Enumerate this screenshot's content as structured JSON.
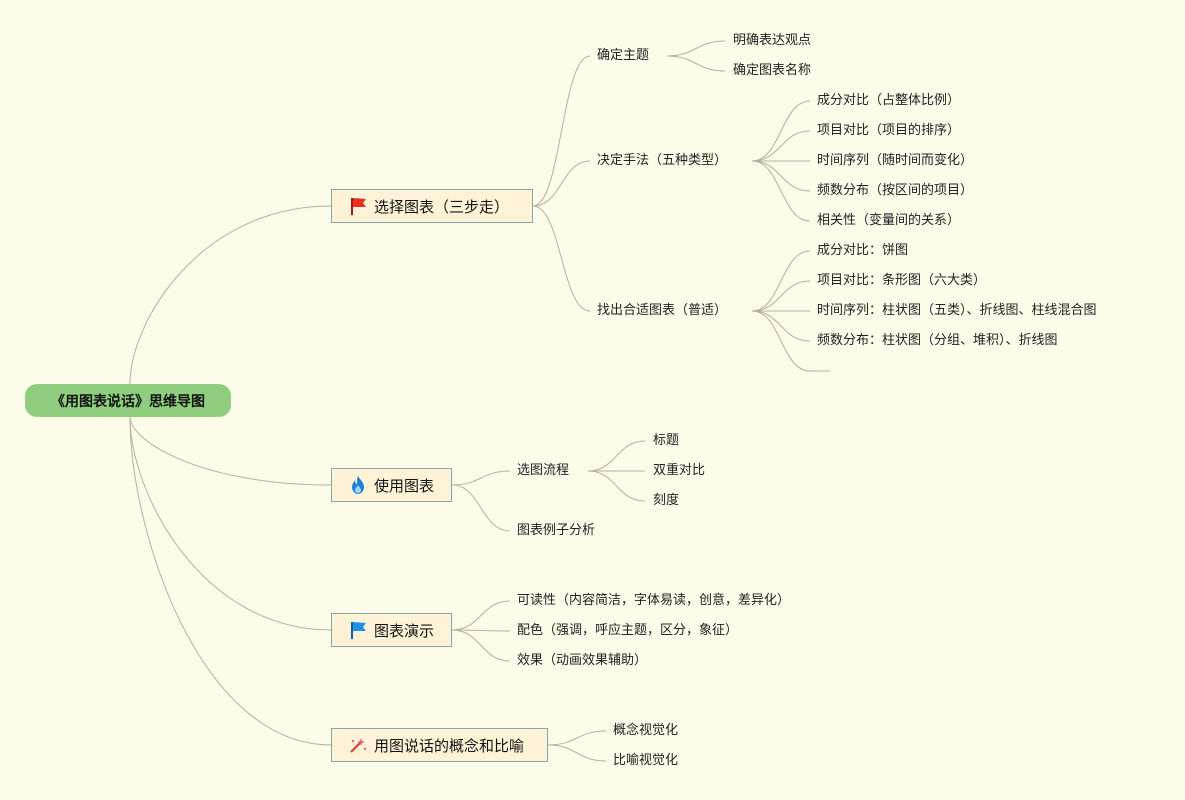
{
  "root": {
    "label": "《用图表说话》思维导图"
  },
  "branches": [
    {
      "label": "选择图表（三步走）",
      "icon": "red-flag-icon",
      "children": [
        {
          "label": "确定主题",
          "children": [
            "明确表达观点",
            "确定图表名称"
          ]
        },
        {
          "label": "决定手法（五种类型）",
          "children": [
            "成分对比（占整体比例）",
            "项目对比（项目的排序）",
            "时间序列（随时间而变化）",
            "频数分布（按区间的项目）",
            "相关性（变量间的关系）"
          ]
        },
        {
          "label": "找出合适图表（普适）",
          "children": [
            "成分对比：饼图",
            "项目对比：条形图（六大类）",
            "时间序列：柱状图（五类）、折线图、柱线混合图",
            "频数分布：柱状图（分组、堆积）、折线图",
            ""
          ]
        }
      ]
    },
    {
      "label": "使用图表",
      "icon": "fire-icon",
      "children": [
        {
          "label": "选图流程",
          "children": [
            "标题",
            "双重对比",
            "刻度"
          ]
        },
        {
          "label": "图表例子分析",
          "children": []
        }
      ]
    },
    {
      "label": "图表演示",
      "icon": "blue-flag-icon",
      "children": [
        {
          "label": "可读性（内容简洁，字体易读，创意，差异化）",
          "children": []
        },
        {
          "label": "配色（强调，呼应主题，区分，象征）",
          "children": []
        },
        {
          "label": "效果（动画效果辅助）",
          "children": []
        }
      ]
    },
    {
      "label": "用图说话的概念和比喻",
      "icon": "magic-wand-icon",
      "children": [
        {
          "label": "概念视觉化",
          "children": []
        },
        {
          "label": "比喻视觉化",
          "children": []
        }
      ]
    }
  ]
}
